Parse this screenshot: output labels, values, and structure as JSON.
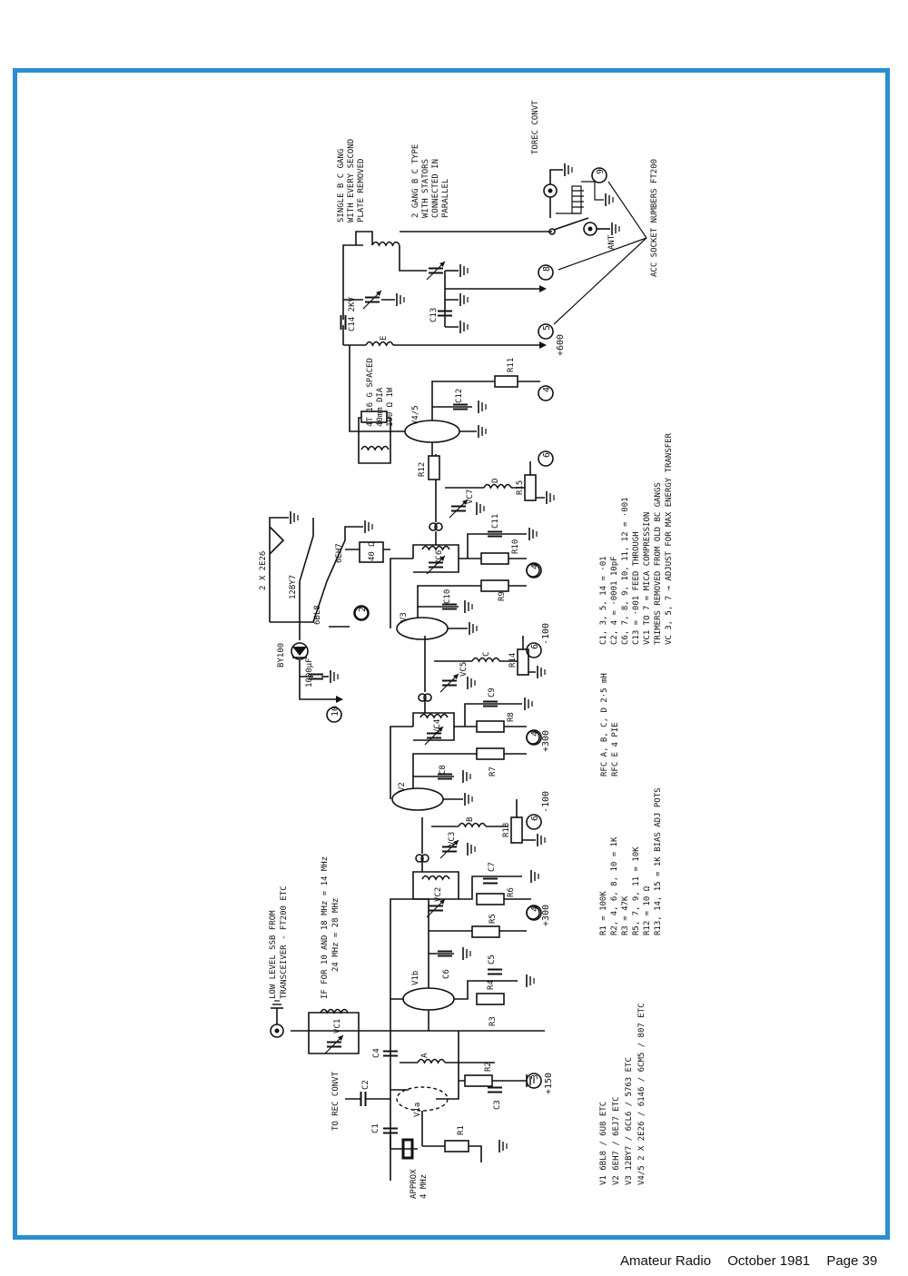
{
  "page": {
    "footer": {
      "magazine": "Amateur Radio",
      "date": "October 1981",
      "page": "Page 39"
    }
  },
  "schematic": {
    "annotations": {
      "input_note": [
        "LOW LEVEL SSB FROM",
        "TRANSCEIVER - FT200 ETC"
      ],
      "if_note": [
        "IF FOR 10 AND 18 MHz = 14 MHz",
        "24 MHz = 28 MHz"
      ],
      "to_rec": "TO REC CONVT",
      "approx": [
        "APPROX",
        "4 MHz"
      ],
      "single_gang": [
        "SINGLE B C GANG",
        "WITH EVERY SECOND",
        "PLATE REMOVED"
      ],
      "two_gang": [
        "2 GANG B C TYPE",
        "WITH STATORS",
        "CONNECTED IN",
        "PARALLEL"
      ],
      "torec": "TOREC CONVT",
      "ant": "ANT",
      "acc": "ACC SOCKET NUMBERS FT200",
      "coil": [
        "4T 16 G SPACED",
        "40mm DIA",
        "100 Ω 1W"
      ],
      "c14": "C14  2KV",
      "heater_tubes": [
        "2 X 2E26",
        "12BY7",
        "6EH7",
        "6BL8"
      ],
      "heater_r": "40 Ω",
      "rect": "BY100",
      "rect_cap": "1000μF",
      "rfc": [
        "RFC  A, B, C, D  2·5 mH",
        "RFC  E  4 PIE"
      ]
    },
    "voltages": {
      "v150": "+150",
      "v300a": "+300",
      "v300b": "+300",
      "m100a": "-100",
      "m100b": "-100",
      "v600": "+600"
    },
    "socket_numbers": {
      "s3": "3",
      "s4a": "4",
      "s6a": "6",
      "s4b": "4",
      "s6b": "6",
      "s4c": "4",
      "s6c": "6",
      "s4d": "4",
      "s5": "5",
      "s8": "8",
      "s9": "9",
      "s2": "2",
      "s10": "10"
    },
    "labels": {
      "V1a": "V1a",
      "V1b": "V1b",
      "V2": "V2",
      "V3": "V3",
      "V45": "V4/5",
      "VC1": "VC1",
      "VC2": "VC2",
      "VC3": "VC3",
      "VC4": "VC4",
      "VC5": "VC5",
      "VC6": "VC6",
      "VC7": "VC7",
      "C1": "C1",
      "C2": "C2",
      "C3": "C3",
      "C4": "C4",
      "C5": "C5",
      "C6": "C6",
      "C7": "C7",
      "C8": "C8",
      "C9": "C9",
      "C10": "C10",
      "C11": "C11",
      "C12": "C12",
      "C13": "C13",
      "R1": "R1",
      "R2": "R2",
      "R3": "R3",
      "R4": "R4",
      "R5": "R5",
      "R6": "R6",
      "R7": "R7",
      "R8": "R8",
      "R9": "R9",
      "R10": "R10",
      "R11": "R11",
      "R12": "R12",
      "R13": "R13",
      "R14": "R14",
      "R15": "R15",
      "A": "A",
      "B": "B",
      "C": "C",
      "D": "D",
      "E": "E"
    },
    "notes": {
      "valves": [
        "V1  6BL8 / 6U8 ETC",
        "V2  6EH7 / 6EJ7 ETC",
        "V3  12BY7 / 6CL6 / 5763 ETC",
        "V4/5  2 X 2E26 / 6146 / 6CM5 / 807 ETC"
      ],
      "resistors": [
        "R1 = 100K",
        "R2, 4, 6, 8, 10 = 1K",
        "R3 = 47K",
        "R5, 7, 9, 11 = 10K",
        "R12 = 10 Ω",
        "R13, 14, 15 = 1K BIAS ADJ POTS"
      ],
      "capacitors": [
        "C1, 3, 5, 14 = ·01",
        "C2, 4 = ·0001  10pF",
        "C6, 7, 8, 9, 10, 11, 12 = ·001",
        "C13 = ·001 FEED THROUGH",
        "VC1 TO 7 = MICA COMPRESSION",
        "TRIMERS REMOVED FROM OLD BC GANGS",
        "VC 3, 5, 7 → ADJUST FOR MAX ENERGY TRANSFER"
      ]
    }
  }
}
